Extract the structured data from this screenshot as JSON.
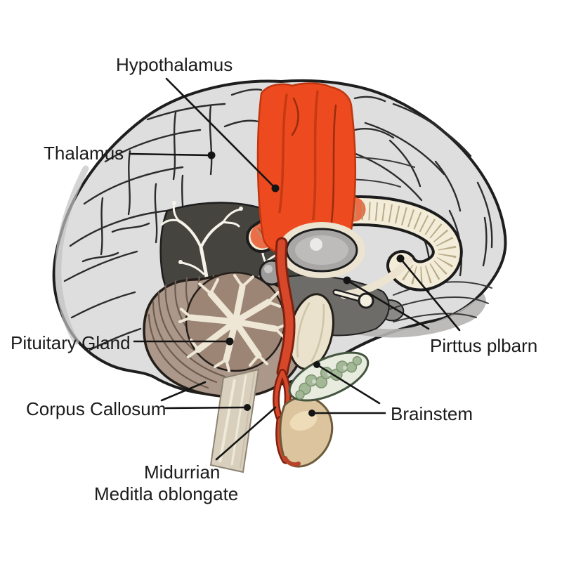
{
  "diagram": {
    "subject": "human-brain-sagittal-section",
    "labels": {
      "hypothalamus": "Hypothalamus",
      "thalamus": "Thalamus",
      "pituitary_gland": "Pituitary Gland",
      "corpus_callosum": "Corpus Callosum",
      "midbrain_line1": "Midurrian",
      "midbrain_line2": "Meditla oblongate",
      "pineal_region": "Pirttus plbarn",
      "brainstem": "Brainstem"
    },
    "palette": {
      "background": "#ffffff",
      "cortex_gray": "#dedede",
      "highlight_red": "#ee4a1f",
      "artery_red": "#d7482a",
      "corpus_cream": "#f3ecd8",
      "dark_subcortex": "#46443f",
      "cerebellum_brown": "#ab988a",
      "pons_cream": "#ebe2ce",
      "pod_green": "#e7ecdf",
      "bubble_green": "#a2b897",
      "medulla_tan": "#dcc49e",
      "cord_beige": "#d8cfbd",
      "line_black": "#141414"
    }
  }
}
